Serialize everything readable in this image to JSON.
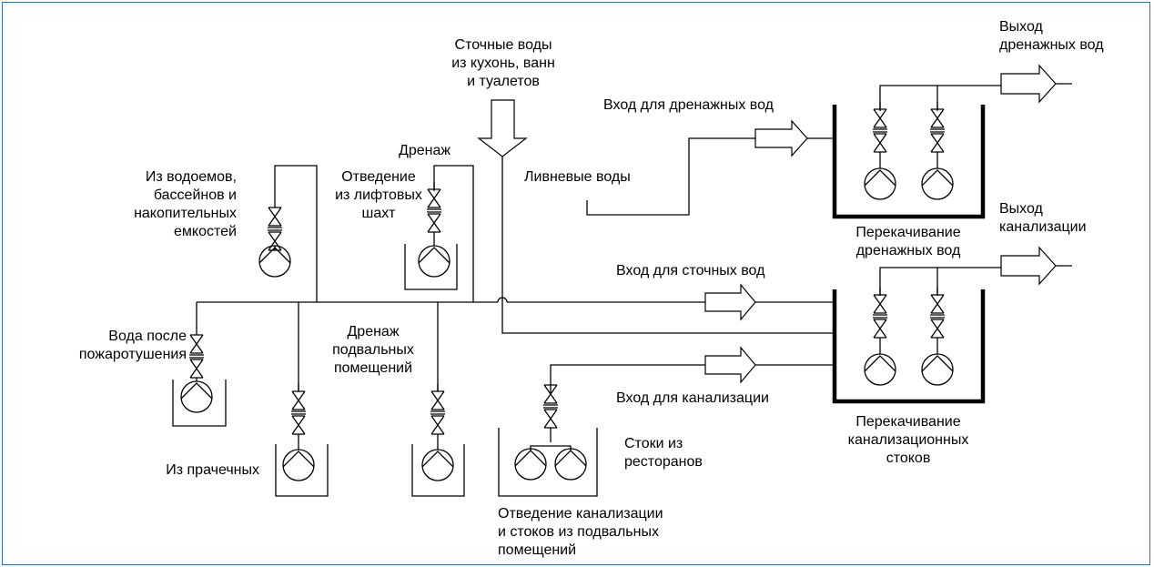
{
  "labels": {
    "kitchen_wastewater": "Сточные воды\nиз кухонь, ванн\nи туалетов",
    "drain_water_outlet": "Выход\nдренажных вод",
    "drain_water_inlet": "Вход для дренажных вод",
    "drainage": "Дренаж",
    "from_reservoirs": "Из водоемов,\nбассейнов и\nнакопительных\nемкостей",
    "elevator_shaft_drainage": "Отведение\nиз лифтовых\nшахт",
    "storm_water": "Ливневые воды",
    "drain_water_pumping": "Перекачивание\nдренажных вод",
    "sewage_outlet": "Выход\nканализации",
    "wastewater_inlet": "Вход для сточных вод",
    "firefighting_water": "Вода после\nпожаротушения",
    "basement_drainage": "Дренаж\nподвальных\nпомещений",
    "sewage_inlet": "Вход для канализации",
    "sewage_pumping": "Перекачивание\nканализационных\nстоков",
    "restaurant_wastewater": "Стоки из\nресторанов",
    "laundry": "Из прачечных",
    "basement_sewage_removal": "Отведение канализации\nи стоков из подвальных\nпомещений"
  },
  "colors": {
    "frame": "#3a6fb0",
    "line": "#000000",
    "background": "#ffffff"
  }
}
